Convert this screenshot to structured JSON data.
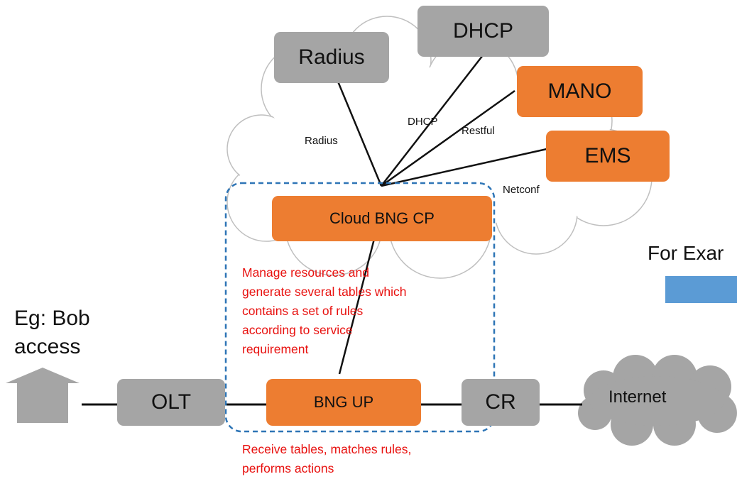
{
  "nodes": {
    "radius": "Radius",
    "dhcp": "DHCP",
    "mano": "MANO",
    "ems": "EMS",
    "cloud_bng_cp": "Cloud BNG CP",
    "olt": "OLT",
    "bng_up": "BNG UP",
    "cr": "CR",
    "internet": "Internet"
  },
  "links": {
    "radius": "Radius",
    "dhcp": "DHCP",
    "restful": "Restful",
    "netconf": "Netconf"
  },
  "notes": {
    "cp": "Manage resources and\ngenerate several tables which\ncontains a set of rules\naccording to service\nrequirement",
    "up": "Receive tables, matches rules,\nperforms actions"
  },
  "side": {
    "left": "Eg: Bob\naccess",
    "right": "For Exar"
  },
  "colors": {
    "orange": "#ed7d31",
    "grey": "#a5a5a5",
    "red_text": "#e8110f",
    "dashed_border": "#2e75b6",
    "blue_bar": "#5b9bd5"
  }
}
